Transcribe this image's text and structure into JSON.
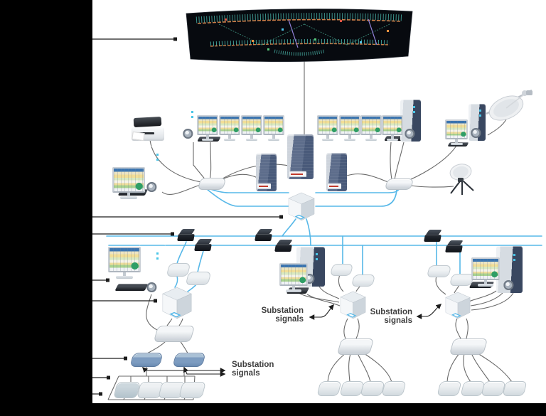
{
  "figure": {
    "type": "network-architecture-diagram",
    "description": "Railway control centre with curved overview video wall, control-room workstations, servers, LAN switches, a communication gateway, a dual fibre/communication bus with modems, and three substation clusters feeding substation signals"
  },
  "labels": {
    "substation_signals": [
      "Substation",
      "signals"
    ]
  },
  "colors": {
    "mask_black": "#000000",
    "cyan_bus": "#57b8e8",
    "wire_gray": "#6a6a6a",
    "callout_black": "#1c1c1c",
    "label_text": "#3e3e3e",
    "blue_box": "#7d9cc0",
    "server_front": "#495a7a",
    "wall_background": "#070a0f",
    "wall_track_teal": "#4fc0b4",
    "wall_track_orange": "#cd7f49",
    "wall_track_purple": "#8f7fd6"
  },
  "icons": {
    "video-wall-icon": "curved black panorama with railway track schematic",
    "printer-icon": "desktop printer",
    "tower-pc-icon": "workstation tower",
    "monitor-icon": "flat screen with train-graph table",
    "keyboard-icon": "dark keyboard bar",
    "server-icon": "rack server tower with red stripe",
    "switch-icon": "flat LAN switch box",
    "gateway-cube-icon": "white cube communication gateway",
    "rtu-cube-icon": "white cube remote terminal unit",
    "modem-icon": "small black modem on bus line",
    "converter-box-icon": "small flat interface box",
    "io-box-icon": "rounded I/O module",
    "blue-io-box-icon": "blue rounded I/O module",
    "satellite-dish-icon": "satellite dish with feed arm",
    "portable-satellite-dish-icon": "satellite dish on tripod"
  }
}
